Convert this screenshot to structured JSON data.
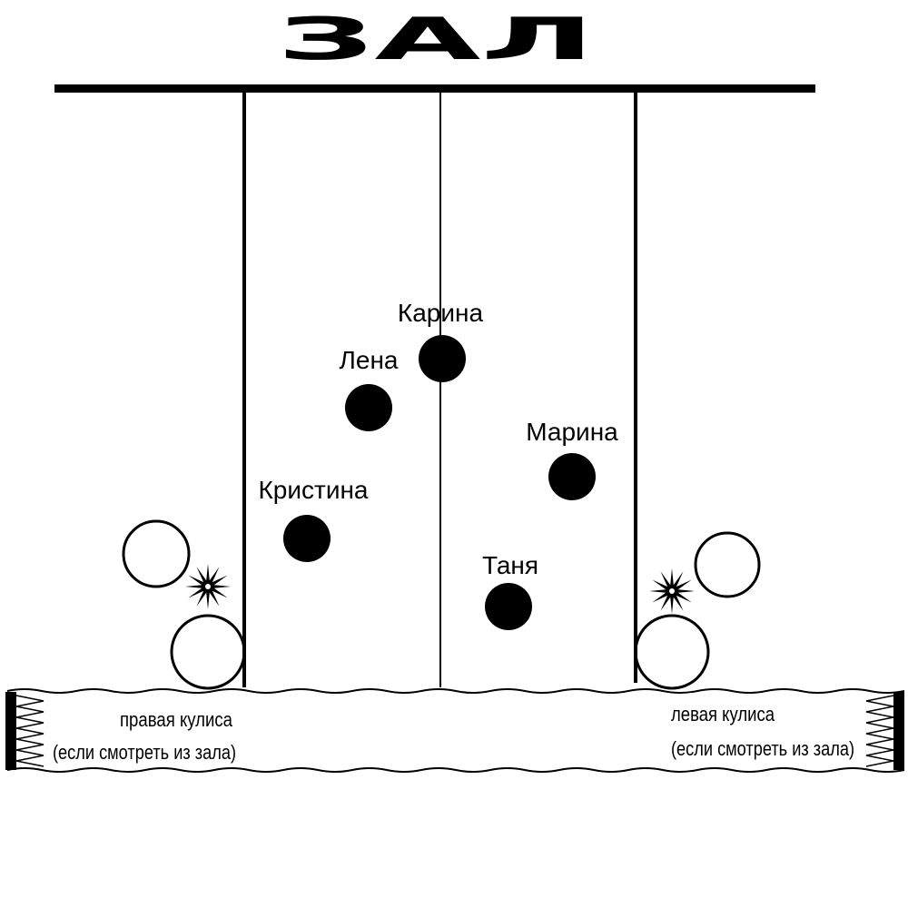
{
  "hall_title": "ЗАЛ",
  "dancers": [
    {
      "id": "karina",
      "name": "Карина"
    },
    {
      "id": "lena",
      "name": "Лена"
    },
    {
      "id": "marina",
      "name": "Марина"
    },
    {
      "id": "kristina",
      "name": "Кристина"
    },
    {
      "id": "tanya",
      "name": "Таня"
    }
  ],
  "wings": {
    "right": {
      "line1": "правая кулиса",
      "line2": "(если смотреть из зала)"
    },
    "left": {
      "line1": "левая кулиса",
      "line2": "(если смотреть из зала)"
    }
  },
  "colors": {
    "ink": "#000000",
    "background": "#ffffff"
  }
}
